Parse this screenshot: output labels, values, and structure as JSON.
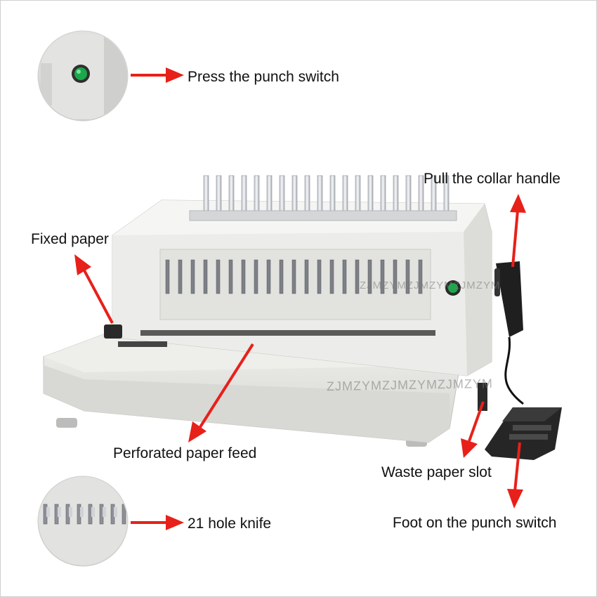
{
  "labels": {
    "press_punch_switch": "Press the punch switch",
    "pull_collar_handle": "Pull the collar handle",
    "fixed_paper": "Fixed paper",
    "perforated_paper_feed": "Perforated paper feed",
    "waste_paper_slot": "Waste paper slot",
    "hole_knife": "21 hole knife",
    "foot_punch_switch": "Foot on the punch switch"
  },
  "watermark": {
    "front": "ZJMZYMZJMZYMZJMZYM",
    "panel": "ZJMZYMZJMZYMZJMZYM"
  },
  "colors": {
    "arrow": "#e8201a",
    "machine_body": "#e9e9e6",
    "switch_green": "#1aa84a",
    "pedal": "#2b2b2b"
  }
}
